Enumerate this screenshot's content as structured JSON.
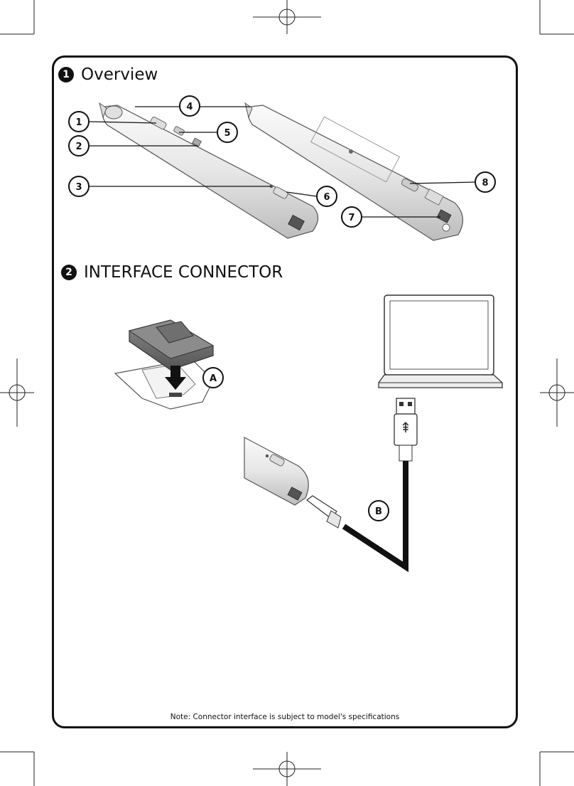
{
  "sections": [
    {
      "number": "❶",
      "title": "Overview"
    },
    {
      "number": "❷",
      "title": "INTERFACE CONNECTOR"
    }
  ],
  "overview_callouts": [
    "1",
    "2",
    "3",
    "4",
    "5",
    "6",
    "7",
    "8"
  ],
  "connector_callouts": [
    "A",
    "B"
  ],
  "note": "Note: Connector interface is subject to model's specifications",
  "colors": {
    "ink": "#111111",
    "pen_body": "#ececec",
    "pen_shadow": "#bdbdbd"
  }
}
